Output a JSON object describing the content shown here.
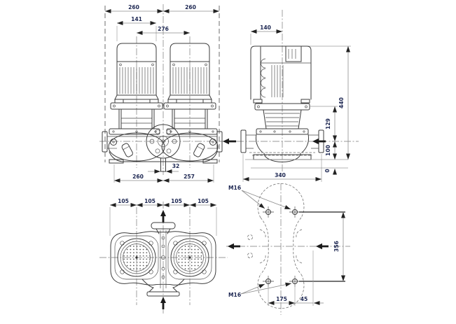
{
  "style": {
    "background_color": "#ffffff",
    "drawing_line_color": "#3d3d3d",
    "dimension_line_color": "#8c8c8c",
    "dimension_text_color": "#1d2752",
    "flow_arrow_color": "#1a1a1a"
  },
  "views": {
    "front": {
      "top_left": "260",
      "top_right": "260",
      "motor_width": "141",
      "motor_spacing": "276",
      "stem_width": "32",
      "bottom_left": "260",
      "bottom_right": "257"
    },
    "side": {
      "motor_width": "140",
      "overall_height": "440",
      "lantern_height": "129",
      "port_height": "100",
      "base_level": "0",
      "port_to_port": "340"
    },
    "plan": {
      "d1": "105",
      "d2": "105",
      "d3": "105",
      "d4": "105"
    },
    "foundation": {
      "bolt_label_top": "M16",
      "bolt_label_bottom": "M16",
      "bolt_span_vertical": "356",
      "bolt_span_horizontal": "175",
      "bolt_edge_offset": "45"
    }
  }
}
